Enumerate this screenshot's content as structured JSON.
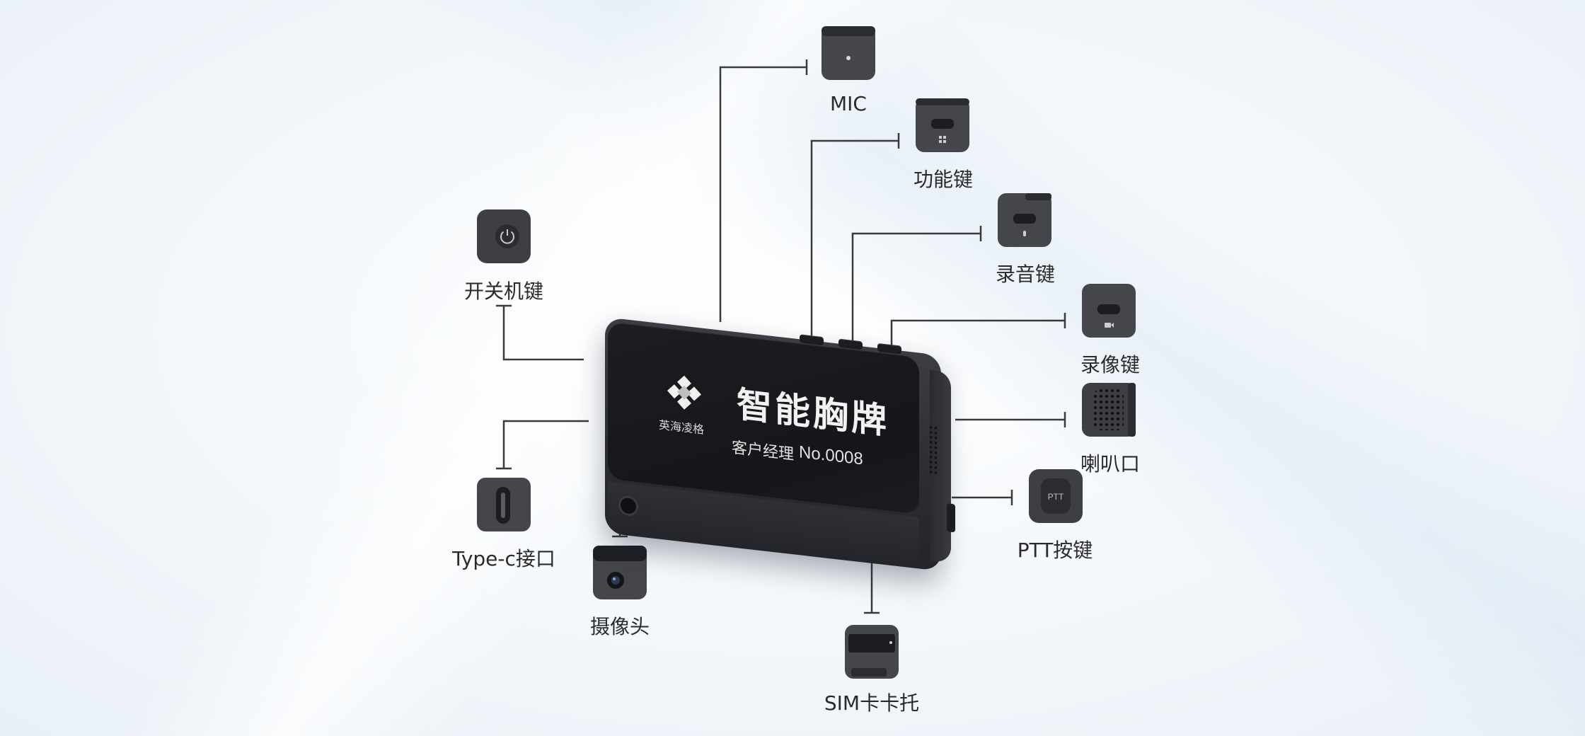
{
  "device": {
    "brand": "英海凌格",
    "title": "智能胸牌",
    "subtitle": "客户经理",
    "number": "No.0008"
  },
  "callouts": {
    "mic": "MIC",
    "function_key": "功能键",
    "record_audio_key": "录音键",
    "record_video_key": "录像键",
    "speaker": "喇叭口",
    "ptt_key": "PTT按键",
    "sim_tray": "SIM卡卡托",
    "camera": "摄像头",
    "typec_port": "Type-c接口",
    "power_key": "开关机键"
  },
  "icons": {
    "ptt": "PTT"
  }
}
